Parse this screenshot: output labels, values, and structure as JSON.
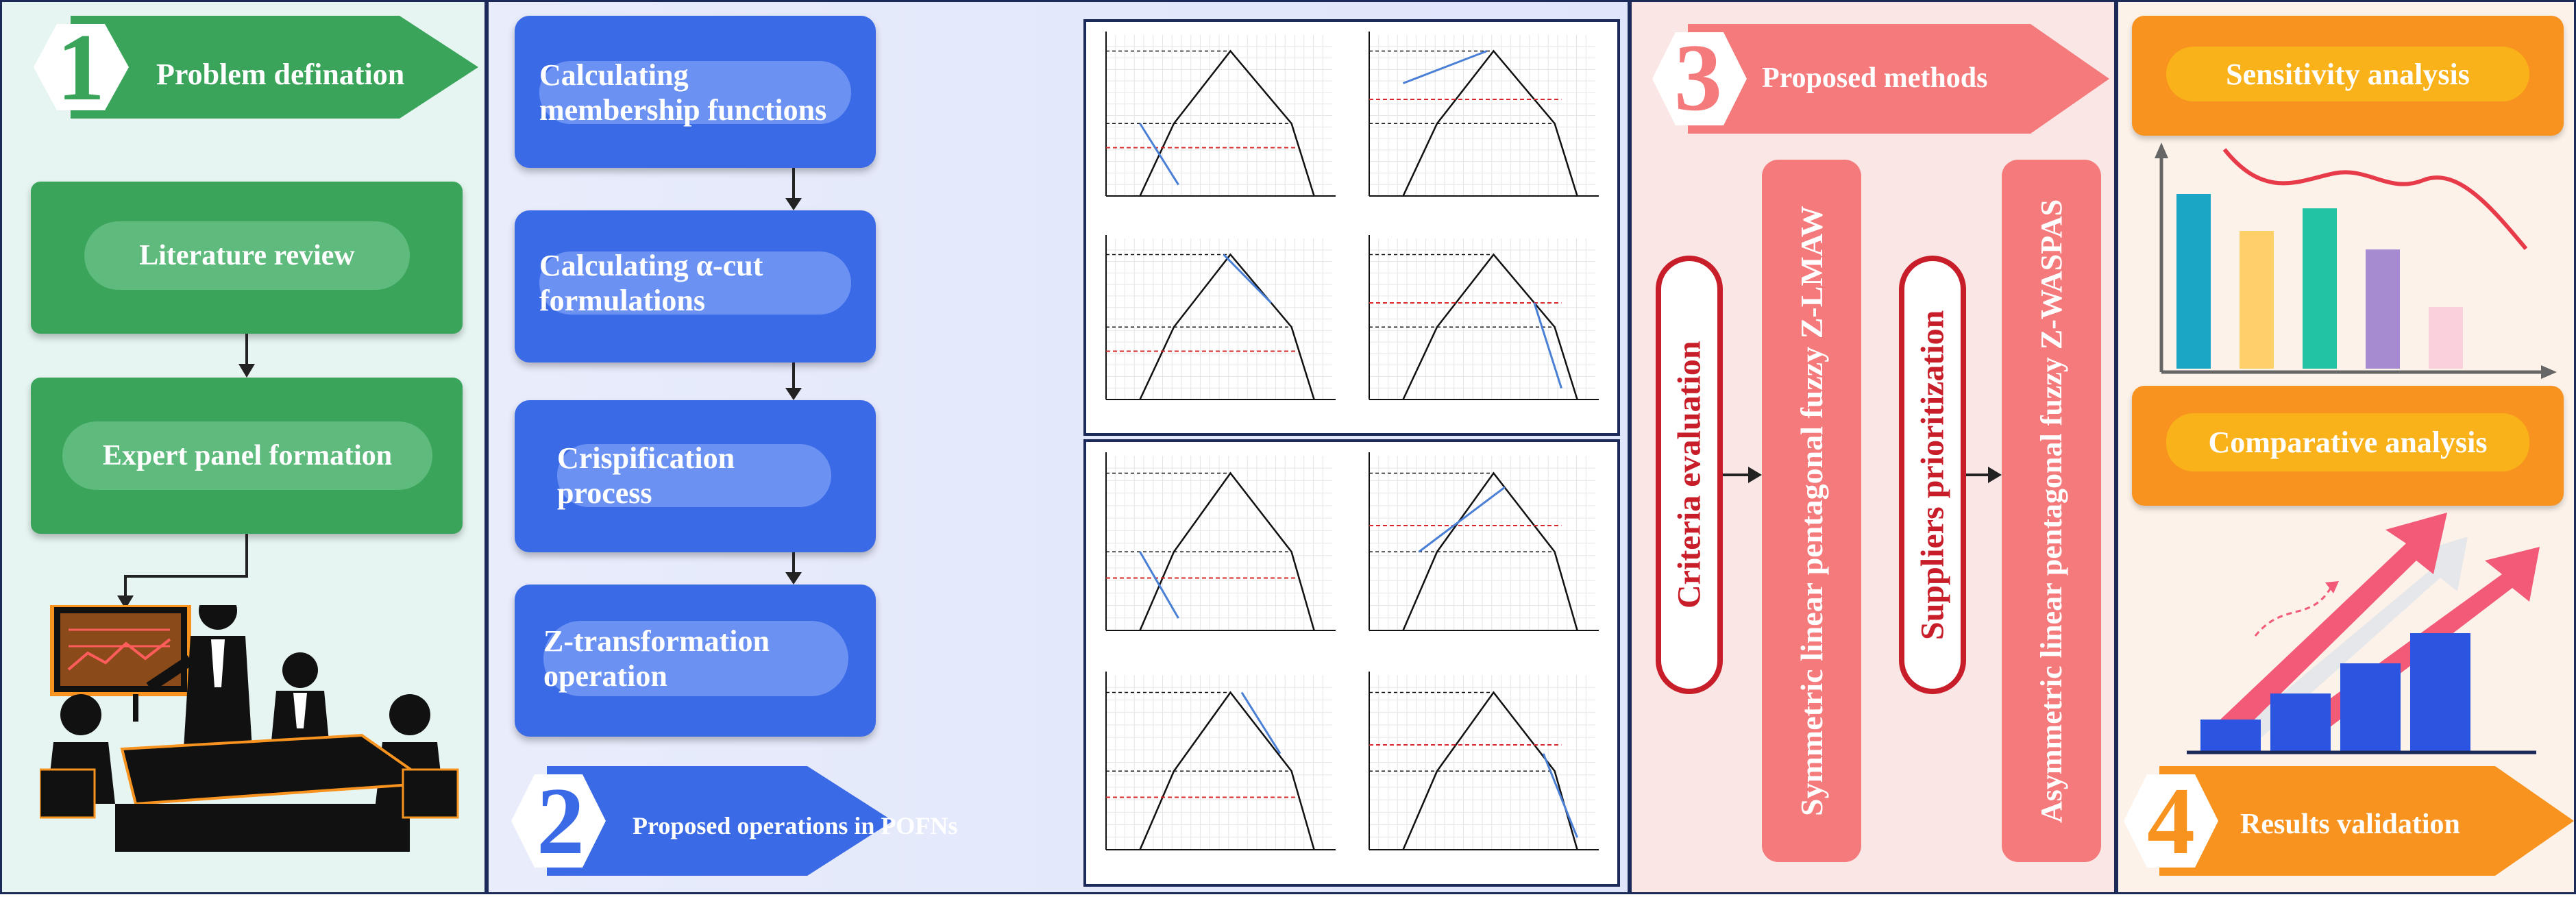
{
  "stage1": {
    "number": "1",
    "title": "Problem defination",
    "items": [
      "Literature review",
      "Expert panel formation"
    ]
  },
  "stage2": {
    "number": "2",
    "title": "Proposed operations in POFNs",
    "steps": [
      "Calculating membership functions",
      "Calculating α-cut formulations",
      "Crispification process",
      "Z-transformation operation"
    ]
  },
  "stage3": {
    "number": "3",
    "title": "Proposed methods",
    "items": [
      "Criteria evaluation",
      "Symmetric linear pentagonal fuzzy Z-LMAW",
      "Suppliers prioritization",
      "Asymmetric linear pentagonal fuzzy Z-WASPAS"
    ]
  },
  "stage4": {
    "number": "4",
    "title": "Results validation",
    "items": [
      "Sensitivity analysis",
      "Comparative analysis"
    ]
  },
  "mini_bar_chart": {
    "values": [
      0.85,
      0.67,
      0.78,
      0.58,
      0.3
    ],
    "colors": [
      "#1aa6c4",
      "#fdd06a",
      "#22c3a5",
      "#a68bd0",
      "#fbd0dd"
    ]
  },
  "growth_bars": {
    "values": [
      0.23,
      0.42,
      0.64,
      0.86
    ],
    "color": "#2b55e0"
  },
  "colors": {
    "green": "#3aa55a",
    "blue": "#3b6ae6",
    "red": "#f47a7c",
    "orange": "#f7931e",
    "dark_red": "#c81e2a"
  }
}
